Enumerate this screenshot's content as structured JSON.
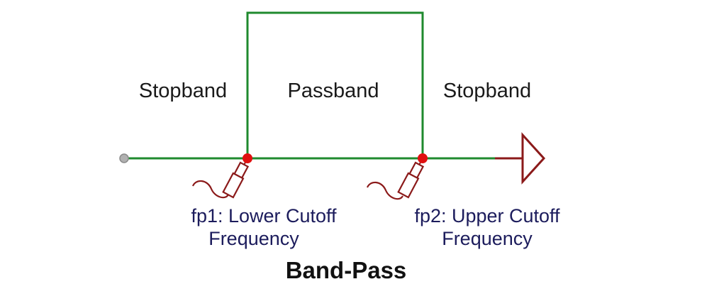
{
  "labels": {
    "stopband_left": "Stopband",
    "passband": "Passband",
    "stopband_right": "Stopband",
    "fp1_line1": "fp1:  Lower Cutoff",
    "fp1_line2": "Frequency",
    "fp2_line1": "fp2:  Upper Cutoff",
    "fp2_line2": "Frequency",
    "title": "Band-Pass"
  },
  "colors": {
    "trace": "#1f8a2e",
    "probe": "#8b1a1a",
    "marker": "#e01010",
    "terminal": "#9a9a9a",
    "label_text": "#1c1c5c"
  },
  "icons": {
    "input_terminal": "terminal-dot-icon",
    "output_arrow": "arrow-triangle-icon",
    "cutoff_markers": [
      "probe-icon",
      "probe-icon"
    ]
  }
}
